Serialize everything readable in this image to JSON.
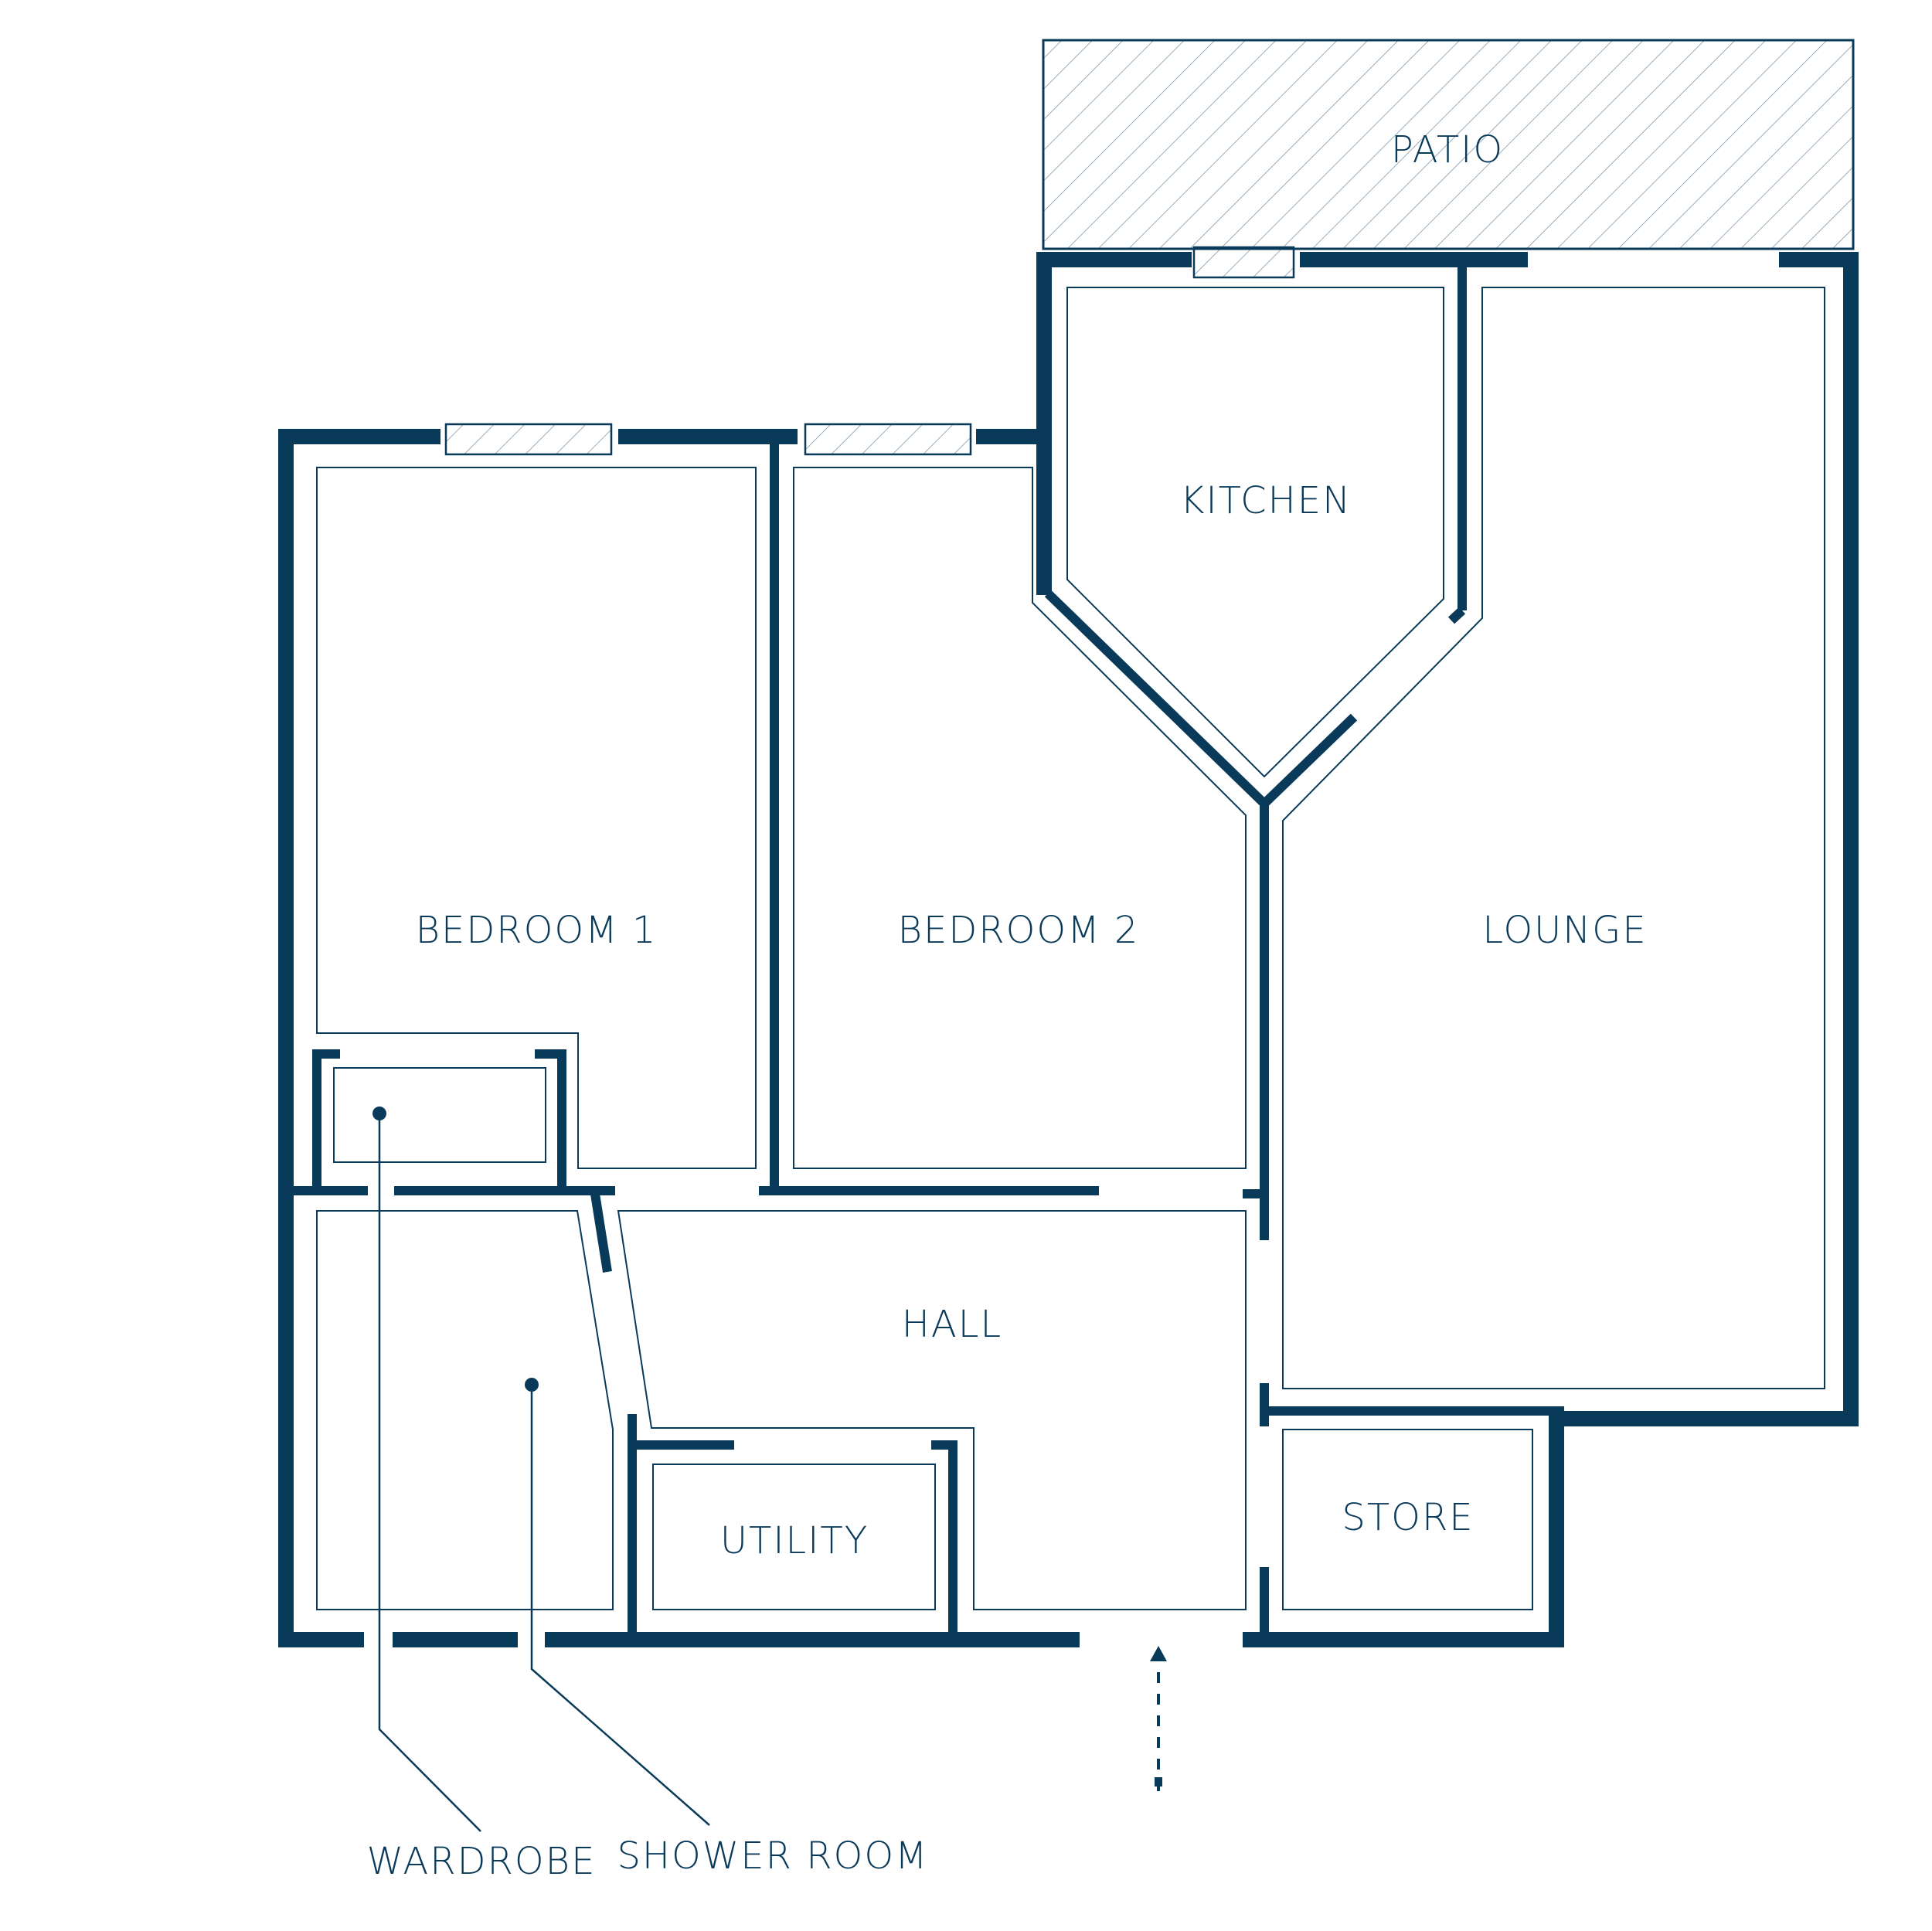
{
  "colors": {
    "wall": "#0a3a5a",
    "line": "#0a3a5a",
    "background": "#ffffff"
  },
  "rooms": {
    "patio": "PATIO",
    "kitchen": "KITCHEN",
    "bedroom1": "BEDROOM 1",
    "bedroom2": "BEDROOM 2",
    "lounge": "LOUNGE",
    "hall": "HALL",
    "utility": "UTILITY",
    "store": "STORE"
  },
  "callouts": {
    "wardrobe": "WARDROBE",
    "shower_room": "SHOWER ROOM"
  },
  "icons": {
    "entrance": "entrance-arrow-icon"
  }
}
